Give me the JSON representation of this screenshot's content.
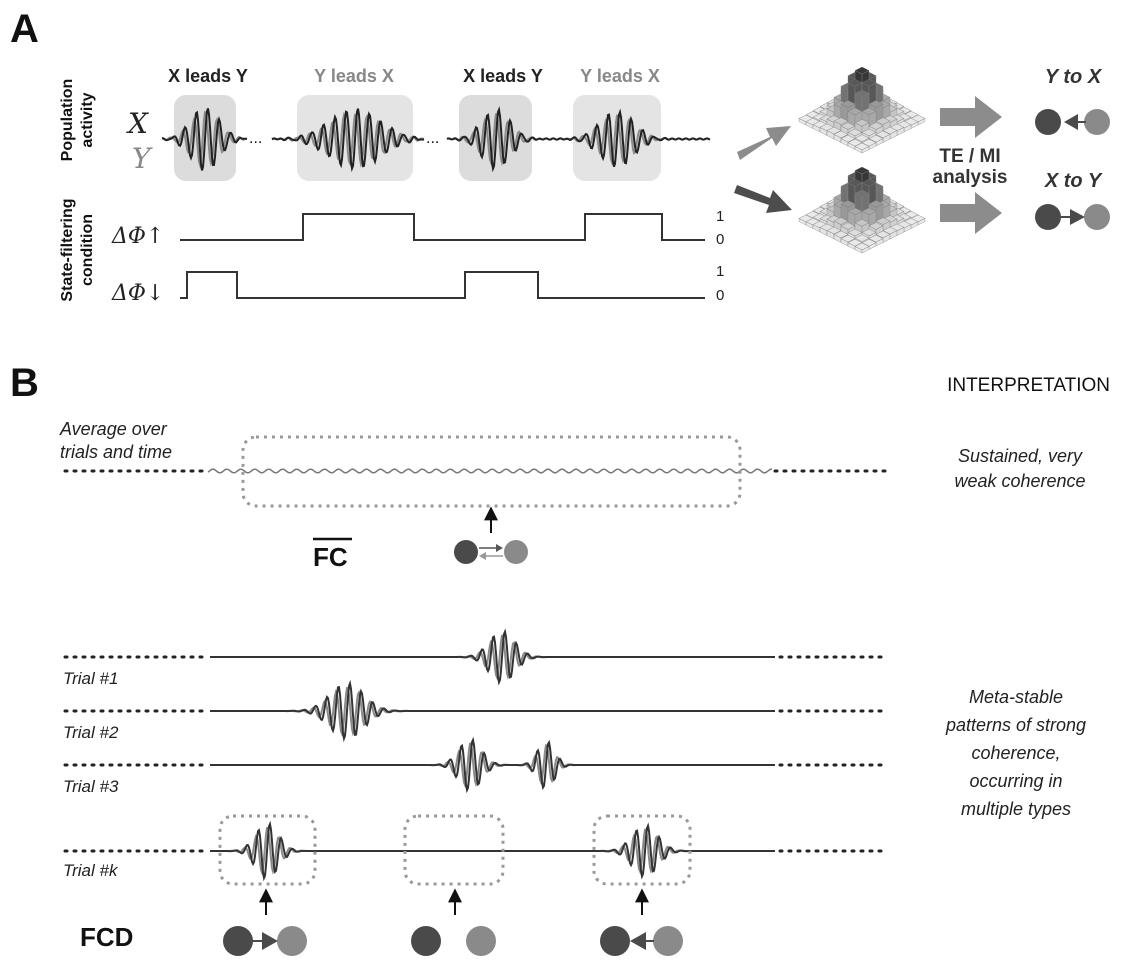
{
  "panel_a": {
    "label": "A",
    "phase_labels": [
      "X leads Y",
      "Y leads X",
      "X leads Y",
      "Y leads X"
    ],
    "ylabel_population": [
      "Population",
      "activity"
    ],
    "ylabel_filter": [
      "State-filtering",
      "condition"
    ],
    "signal_x": "X",
    "signal_y": "Y",
    "delta_up": "ΔΦ↑",
    "delta_down": "ΔΦ↓",
    "level_one": "1",
    "level_zero": "0",
    "analysis": [
      "TE / MI",
      "analysis"
    ],
    "result_top": "Y to X",
    "result_bottom": "X to Y"
  },
  "panel_b": {
    "label": "B",
    "interpretation_header": "INTERPRETATION",
    "average_label": [
      "Average over",
      "trials and time"
    ],
    "fc_label": "FC",
    "fcd_label": "FCD",
    "trials": [
      "Trial #1",
      "Trial #2",
      "Trial #3",
      "Trial #k"
    ],
    "interp_top": [
      "Sustained, very",
      "weak coherence"
    ],
    "interp_bottom": [
      "Meta-stable",
      "patterns of strong",
      "coherence,",
      "occurring in",
      "multiple types"
    ]
  },
  "colors": {
    "dark_node": "#4a4a4a",
    "light_node": "#8a8a8a",
    "box_fill": "#e0e0e0",
    "arrow_light": "#8c8c8c",
    "arrow_dark": "#4d4d4d"
  }
}
